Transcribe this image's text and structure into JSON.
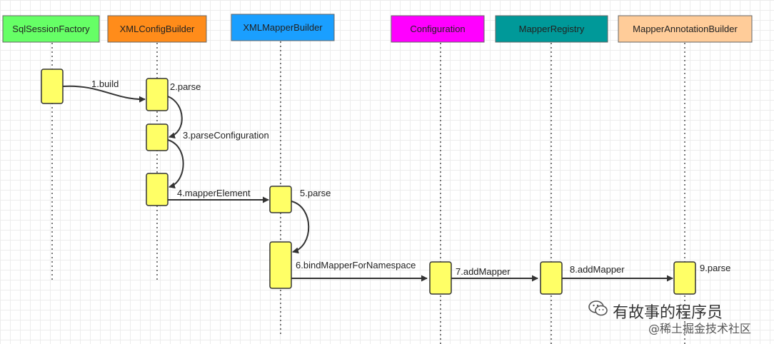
{
  "participants": [
    {
      "id": "sqlsessionfactory",
      "label": "SqlSessionFactory",
      "color": "#66ff66"
    },
    {
      "id": "xmlconfigbuilder",
      "label": "XMLConfigBuilder",
      "color": "#ff8c1a"
    },
    {
      "id": "xmlmapperbuilder",
      "label": "XMLMapperBuilder",
      "color": "#1a9fff"
    },
    {
      "id": "configuration",
      "label": "Configuration",
      "color": "#ff00ff"
    },
    {
      "id": "mapperregistry",
      "label": "MapperRegistry",
      "color": "#009999"
    },
    {
      "id": "mapperannotationbuilder",
      "label": "MapperAnnotationBuilder",
      "color": "#ffcc99"
    }
  ],
  "messages": [
    {
      "label": "1.build",
      "from": "SqlSessionFactory",
      "to": "XMLConfigBuilder"
    },
    {
      "label": "2.parse",
      "from": "XMLConfigBuilder",
      "to": "XMLConfigBuilder"
    },
    {
      "label": "3.parseConfiguration",
      "from": "XMLConfigBuilder",
      "to": "XMLConfigBuilder"
    },
    {
      "label": "4.mapperElement",
      "from": "XMLConfigBuilder",
      "to": "XMLMapperBuilder"
    },
    {
      "label": "5.parse",
      "from": "XMLMapperBuilder",
      "to": "XMLMapperBuilder"
    },
    {
      "label": "6.bindMapperForNamespace",
      "from": "XMLMapperBuilder",
      "to": "Configuration"
    },
    {
      "label": "7.addMapper",
      "from": "Configuration",
      "to": "MapperRegistry"
    },
    {
      "label": "8.addMapper",
      "from": "MapperRegistry",
      "to": "MapperAnnotationBuilder"
    },
    {
      "label": "9.parse",
      "from": "MapperAnnotationBuilder",
      "to": "MapperAnnotationBuilder"
    }
  ],
  "watermark": {
    "line1": "有故事的程序员",
    "line2": "@稀土掘金技术社区"
  }
}
